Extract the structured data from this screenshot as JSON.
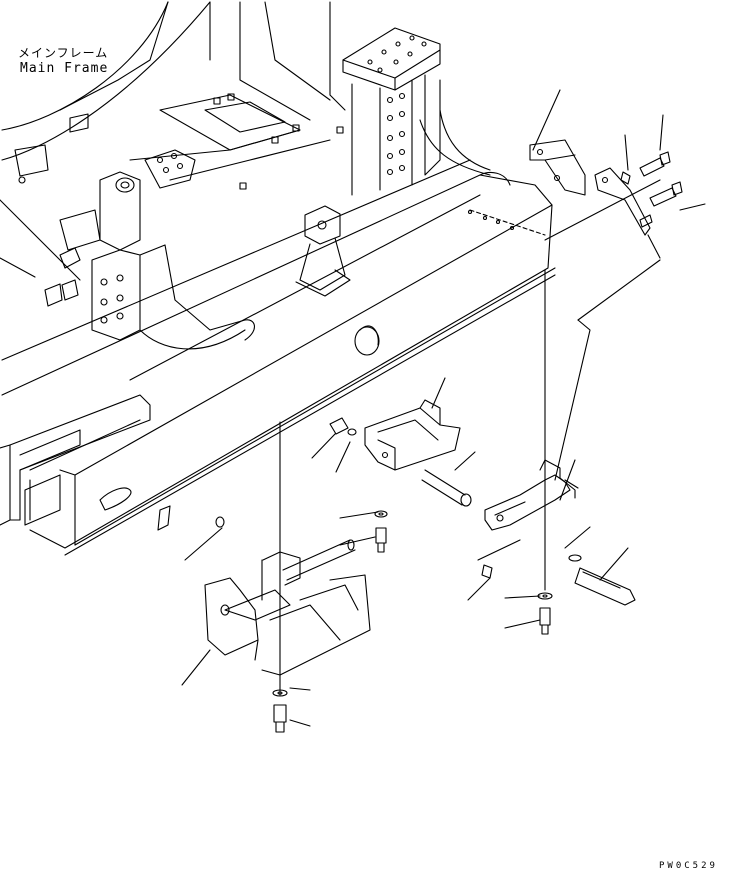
{
  "diagram": {
    "label_jp": "メインフレーム",
    "label_en": "Main Frame",
    "drawing_code": "PW0C529"
  },
  "colors": {
    "line": "#000000",
    "background": "#ffffff"
  }
}
